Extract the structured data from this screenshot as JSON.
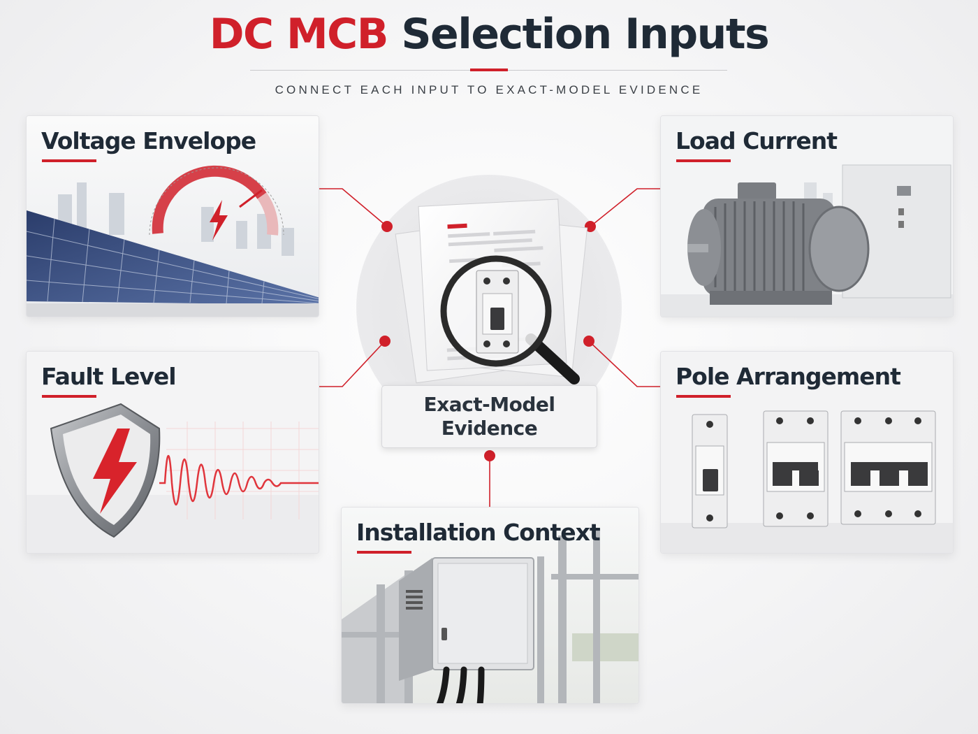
{
  "header": {
    "title_accent": "DC MCB",
    "title_main": "Selection Inputs",
    "subtitle": "CONNECT EACH INPUT TO EXACT-MODEL EVIDENCE"
  },
  "center": {
    "line1": "Exact-Model",
    "line2": "Evidence",
    "icon": "magnifier-over-documents-icon"
  },
  "cards": {
    "voltage": {
      "title": "Voltage Envelope",
      "icon": "solar-panels-gauge-icon"
    },
    "load": {
      "title": "Load Current",
      "icon": "electric-motor-icon"
    },
    "fault": {
      "title": "Fault Level",
      "icon": "shield-lightning-icon"
    },
    "pole": {
      "title": "Pole Arrangement",
      "icon": "circuit-breakers-icon"
    },
    "install": {
      "title": "Installation Context",
      "icon": "enclosure-box-icon"
    }
  },
  "colors": {
    "accent": "#d0202a",
    "text": "#1f2a36"
  }
}
